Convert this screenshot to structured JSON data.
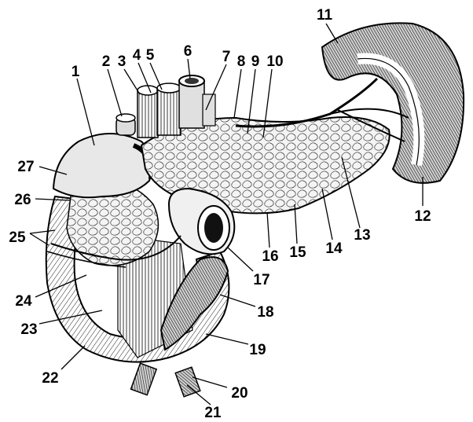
{
  "figure": {
    "labels": [
      "1",
      "2",
      "3",
      "4",
      "5",
      "6",
      "7",
      "8",
      "9",
      "10",
      "11",
      "12",
      "13",
      "14",
      "15",
      "16",
      "17",
      "18",
      "19",
      "20",
      "21",
      "22",
      "23",
      "24",
      "25",
      "26",
      "27"
    ]
  },
  "colors": {
    "ink": "#000000",
    "paper": "#ffffff",
    "shade": "#1a1a1a"
  }
}
